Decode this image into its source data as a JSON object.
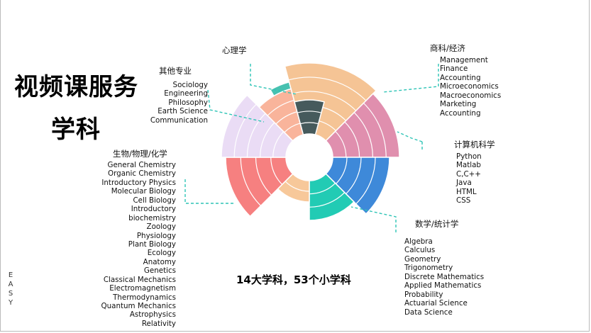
{
  "title_line1": "视频课服务",
  "title_line2": "学科",
  "summary": "14大学科，53个小学科",
  "vertical_text": [
    "E",
    "A",
    "S",
    "Y"
  ],
  "colors": {
    "psych": "#465a5c",
    "business": "#f5c495",
    "business_small": "#47c1b0",
    "cs": "#e08fae",
    "math_blue": "#3e89d9",
    "math_teal": "#22cbb4",
    "light_orange": "#f7c89a",
    "bio_red": "#f68080",
    "bio_lavender": "#eadcf5",
    "other": "#f9b49b",
    "leader": "#2ec4b6"
  },
  "categories": {
    "psychology": {
      "name": "心理学"
    },
    "other": {
      "name": "其他专业",
      "items": [
        "Sociology",
        "Engineering",
        "Philosophy",
        "Earth Science",
        "Communication"
      ]
    },
    "business": {
      "name": "商科/经济",
      "items": [
        "Management",
        "Finance",
        "Accounting",
        "Microeconomics",
        "Macroeconomics",
        "Marketing",
        "Accounting"
      ]
    },
    "cs": {
      "name": "计算机科学",
      "items": [
        "Python",
        "Matlab",
        "C,C++",
        "Java",
        "HTML",
        "CSS"
      ]
    },
    "math": {
      "name": "数学/统计学",
      "items": [
        "Algebra",
        "Calculus",
        "Geometry",
        "Trigonometry",
        "Discrete Mathematics",
        "Applied Mathematics",
        "Probability",
        "Actuarial Science",
        "Data Science"
      ]
    },
    "bio": {
      "name": "生物/物理/化学",
      "items": [
        "General Chemistry",
        "Organic Chemistry",
        "Introductory Physics",
        "Molecular Biology",
        "Cell Biology",
        "Introductory",
        "biochemistry",
        "Zoology",
        "Physiology",
        "Plant Biology",
        "Ecology",
        "Anatomy",
        "Genetics",
        "Classical Mechanics",
        "Electromagnetism",
        "Thermodynamics",
        "Quantum Mechanics",
        "Astrophysics",
        "Relativity"
      ]
    }
  }
}
